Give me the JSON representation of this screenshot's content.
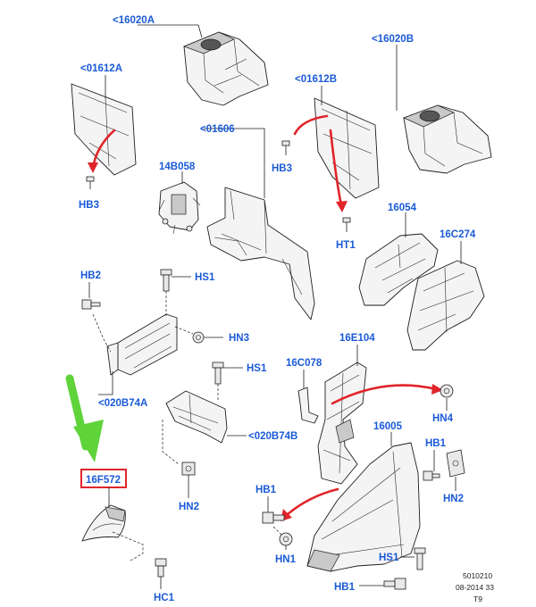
{
  "labels": {
    "p16020A": "<16020A",
    "p16020B": "<16020B",
    "p01612A": "<01612A",
    "p01612B": "<01612B",
    "p01606": "<01606",
    "p14B058": "14B058",
    "p16054": "16054",
    "p16C274": "16C274",
    "p16E104": "16E104",
    "p16C078": "16C078",
    "p16005": "16005",
    "p020B74A": "<020B74A",
    "p020B74B": "<020B74B",
    "p16F572": "16F572",
    "hb3a": "HB3",
    "hb3b": "HB3",
    "ht1": "HT1",
    "hb2a": "HB2",
    "hs1a": "HS1",
    "hn3": "HN3",
    "hs1b": "HS1",
    "hn4": "HN4",
    "hb1a": "HB1",
    "hn2a": "HN2",
    "hb1b": "HB1",
    "hn1": "HN1",
    "hs1c": "HS1",
    "hb1c": "HB1",
    "hn2b": "HN2",
    "hc1": "HC1"
  },
  "footer": {
    "line1": "5010210",
    "line2": "08-2014 33",
    "line3": "T9"
  },
  "colors": {
    "label": "#1a5ad7",
    "arrow": "#e0252b",
    "highlight_box": "#e0252b",
    "pointer": "#5fd33a"
  }
}
